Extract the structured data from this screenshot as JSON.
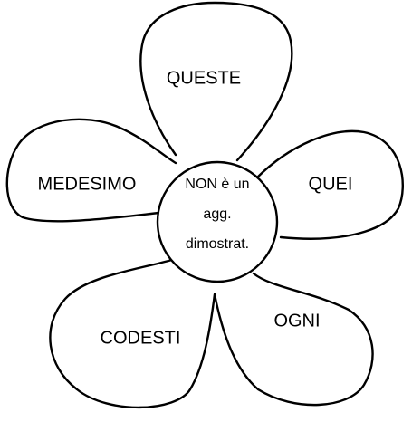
{
  "flower": {
    "center_lines": [
      "NON è un",
      "agg.",
      "dimostrat."
    ],
    "petals": {
      "top": "QUESTE",
      "left": "MEDESIMO",
      "right": "QUEI",
      "bottom_left": "CODESTI",
      "bottom_right": "OGNI"
    }
  }
}
